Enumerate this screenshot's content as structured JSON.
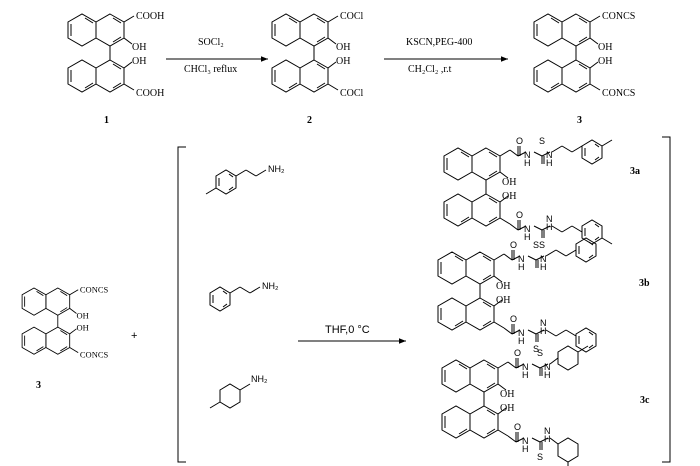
{
  "step1": {
    "reagent_top": "SOCl₂",
    "reagent_bottom": "CHCl₃ reflux"
  },
  "step2": {
    "reagent_top": "KSCN,PEG-400",
    "reagent_bottom": "CH₂Cl₂ ,r.t"
  },
  "compound1": {
    "label": "1",
    "group_top": "COOH",
    "group_bottom": "COOH",
    "oh_top": "OH",
    "oh_bottom": "OH"
  },
  "compound2": {
    "label": "2",
    "group_top": "COCl",
    "group_bottom": "COCl",
    "oh_top": "OH",
    "oh_bottom": "OH"
  },
  "compound3": {
    "label": "3",
    "group_top": "CONCS",
    "group_bottom": "CONCS",
    "oh_top": "OH",
    "oh_bottom": "OH"
  },
  "start3": {
    "label": "3",
    "group_top": "CONCS",
    "group_bottom": "CONCS",
    "oh_top": "OH",
    "oh_bottom": "OH"
  },
  "plus": "+",
  "step3": {
    "condition": "THF,0 °C"
  },
  "amines": [
    {
      "group": "NH₂"
    },
    {
      "group": "NH₂"
    },
    {
      "group": "NH₂"
    }
  ],
  "products": [
    {
      "label": "3a",
      "o_top": "O",
      "s_top": "S",
      "nh1_top": "N",
      "h1_top": "H",
      "nh2_top": "N",
      "h2_top": "H",
      "oh_top": "OH",
      "oh_bottom": "OH",
      "o_bottom": "O",
      "s_bottom": "S",
      "nh1_bottom": "N",
      "h1_bottom": "H",
      "nh2_bottom": "N",
      "h2_bottom": "H"
    },
    {
      "label": "3b",
      "o_top": "O",
      "s_top": "S",
      "nh1_top": "N",
      "h1_top": "H",
      "nh2_top": "N",
      "h2_top": "H",
      "oh_top": "OH",
      "oh_bottom": "OH",
      "o_bottom": "O",
      "s_bottom": "S",
      "nh1_bottom": "N",
      "h1_bottom": "H",
      "nh2_bottom": "N",
      "h2_bottom": "H"
    },
    {
      "label": "3c",
      "o_top": "O",
      "s_top": "S",
      "nh1_top": "N",
      "h1_top": "H",
      "nh2_top": "N",
      "h2_top": "H",
      "oh_top": "OH",
      "oh_bottom": "OH",
      "o_bottom": "O",
      "s_bottom": "S",
      "nh1_bottom": "N",
      "h1_bottom": "H",
      "nh2_bottom": "N",
      "h2_bottom": "H"
    }
  ]
}
